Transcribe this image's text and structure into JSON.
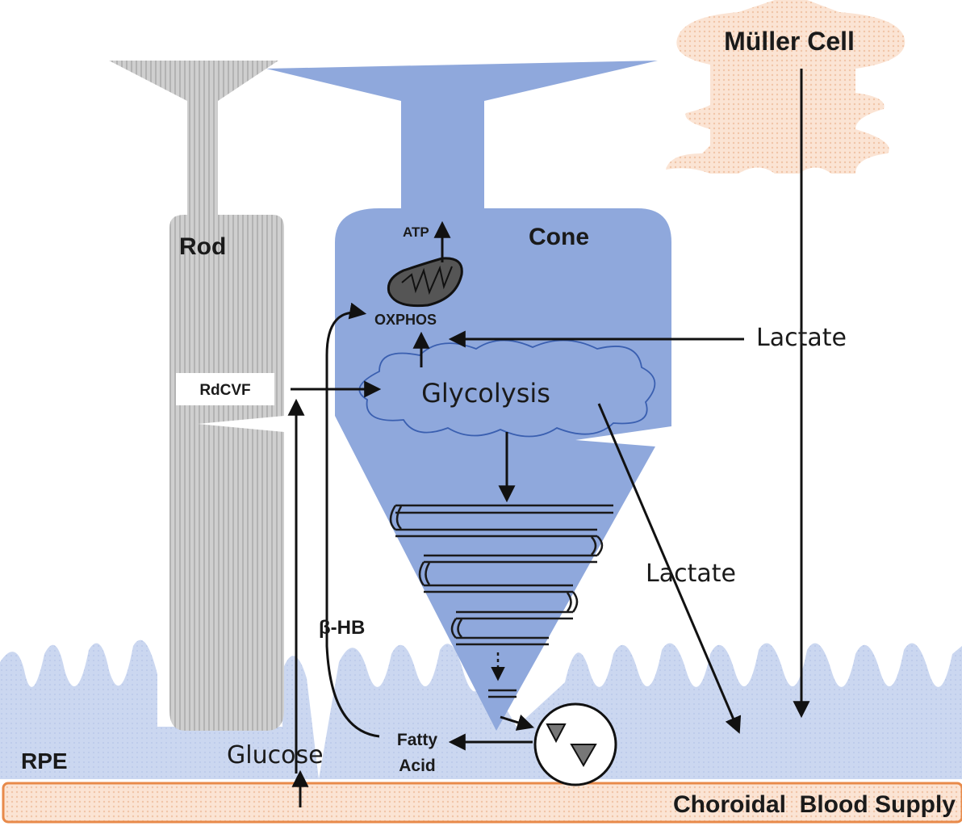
{
  "labels": {
    "muller_cell": "Müller Cell",
    "rod": "Rod",
    "cone": "Cone",
    "atp": "ATP",
    "oxphos": "OXPHOS",
    "lactate_top": "Lactate",
    "rdcvf": "RdCVF",
    "glycolysis": "Glycolysis",
    "lactate_mid": "Lactate",
    "beta_hb": "β-HB",
    "rpe": "RPE",
    "glucose": "Glucose",
    "fatty_acid_line1": "Fatty",
    "fatty_acid_line2": "Acid",
    "choroidal": "Choroidal  Blood Supply"
  },
  "colors": {
    "cone_fill": "#8fa8dc",
    "rod_fill": "#c9c9c9",
    "muller_fill": "#f8dccb",
    "rpe_fill": "#c6d3ee",
    "choroid_fill": "#fbe9dc",
    "mito_fill": "#555555"
  }
}
